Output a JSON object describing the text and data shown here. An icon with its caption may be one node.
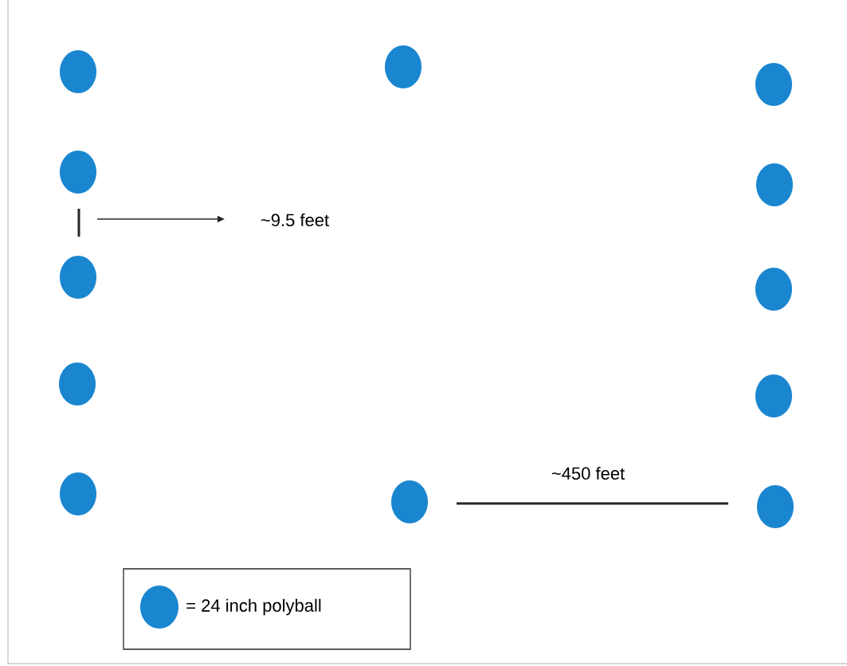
{
  "diagram": {
    "nodes": [
      {
        "text": [],
        "shape": "circle"
      },
      {
        "text": [],
        "shape": "circle"
      },
      {
        "text": [],
        "shape": "circle"
      },
      {
        "text": [],
        "shape": "circle"
      },
      {
        "text": [],
        "shape": "circle"
      },
      {
        "text": [],
        "shape": "circle"
      },
      {
        "text": [],
        "shape": "circle"
      },
      {
        "text": [],
        "shape": "circle"
      },
      {
        "text": [],
        "shape": "circle"
      },
      {
        "text": [],
        "shape": "circle"
      },
      {
        "text": [],
        "shape": "circle"
      },
      {
        "text": [],
        "shape": "circle"
      }
    ],
    "labels": [
      "~9.5 feet",
      "~450 feet"
    ],
    "legend": [
      {
        "text": "= 24 inch polyball",
        "color": "#1a86d0"
      }
    ]
  }
}
